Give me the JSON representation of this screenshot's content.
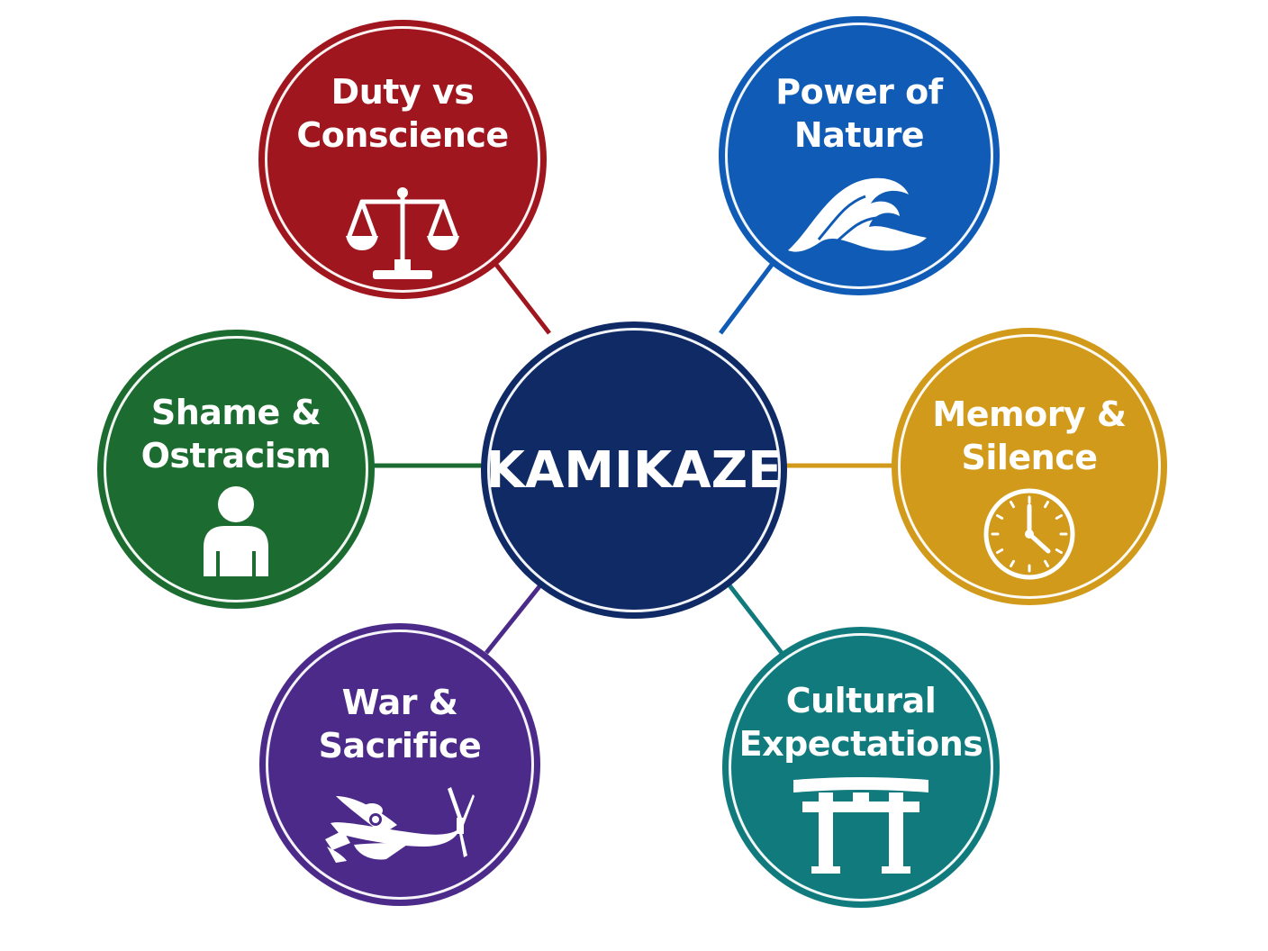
{
  "center": {
    "label": "KAMIKAZE",
    "color": "#0f2a64"
  },
  "themes": [
    {
      "id": "duty",
      "line1": "Duty vs",
      "line2": "Conscience",
      "icon": "scales-of-justice-icon",
      "color": "#a0161f"
    },
    {
      "id": "nature",
      "line1": "Power of",
      "line2": "Nature",
      "icon": "wave-icon",
      "color": "#0f5bb5"
    },
    {
      "id": "shame",
      "line1": "Shame &",
      "line2": "Ostracism",
      "icon": "person-icon",
      "color": "#1c6b30"
    },
    {
      "id": "memory",
      "line1": "Memory &",
      "line2": "Silence",
      "icon": "clock-icon",
      "color": "#d19a1a"
    },
    {
      "id": "war",
      "line1": "War &",
      "line2": "Sacrifice",
      "icon": "airplane-icon",
      "color": "#4c2a8a"
    },
    {
      "id": "culture",
      "line1": "Cultural",
      "line2": "Expectations",
      "icon": "torii-gate-icon",
      "color": "#107a7d"
    }
  ]
}
